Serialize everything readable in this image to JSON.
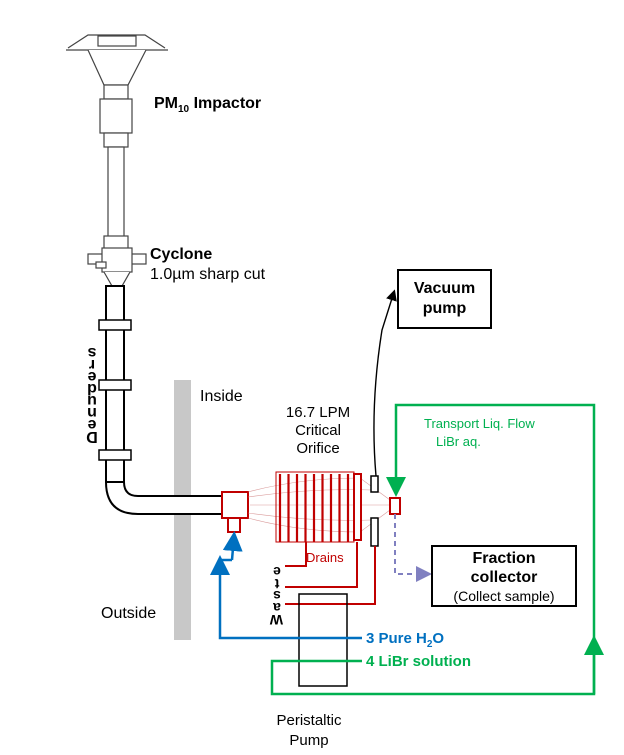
{
  "labels": {
    "impactor_prefix": "PM",
    "impactor_sub": "10",
    "impactor_suffix": " Impactor",
    "cyclone_title": "Cyclone",
    "cyclone_sub": "1.0µm sharp cut",
    "inside": "Inside",
    "outside": "Outside",
    "orifice_l1": "16.7 LPM",
    "orifice_l2": "Critical",
    "orifice_l3": "Orifice",
    "vacuum_l1": "Vacuum",
    "vacuum_l2": "pump",
    "transport_l1": "Transport Liq. Flow",
    "transport_l2": "LiBr aq.",
    "drains": "Drains",
    "fraction_l1": "Fraction",
    "fraction_l2": "collector",
    "fraction_l3": "(Collect sample)",
    "pure_prefix": "3 Pure H",
    "pure_sub": "2",
    "pure_suffix": "O",
    "libr": "4 LiBr solution",
    "peristaltic_l1": "Peristaltic",
    "peristaltic_l2": "Pump",
    "denuders_vertical": "Denuders",
    "waste_vertical": "Waste"
  },
  "colors": {
    "red": "#c00000",
    "blue": "#0070c0",
    "green": "#00b050",
    "wall": "#c8c8c8",
    "dashed": "#8080c0"
  }
}
